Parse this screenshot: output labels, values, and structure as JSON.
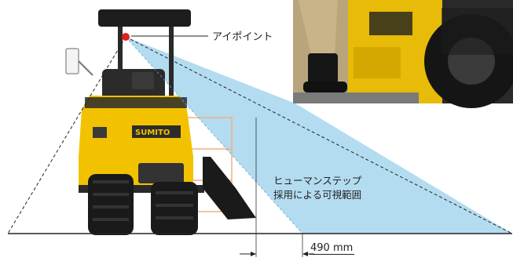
{
  "labels": {
    "eye_point": "アイポイント",
    "view_line_1": "ヒューマンステップ",
    "view_line_2": "採用による可視範囲",
    "distance": "490 mm"
  },
  "colors": {
    "machine_yellow": "#f2c200",
    "view_zone": "#b3dcf0",
    "eye_dot": "#e02020",
    "tire": "#1a1a1a",
    "line": "#222222"
  },
  "photo": {
    "subject": "operator boots standing on the human step beside a yellow roller tire"
  }
}
